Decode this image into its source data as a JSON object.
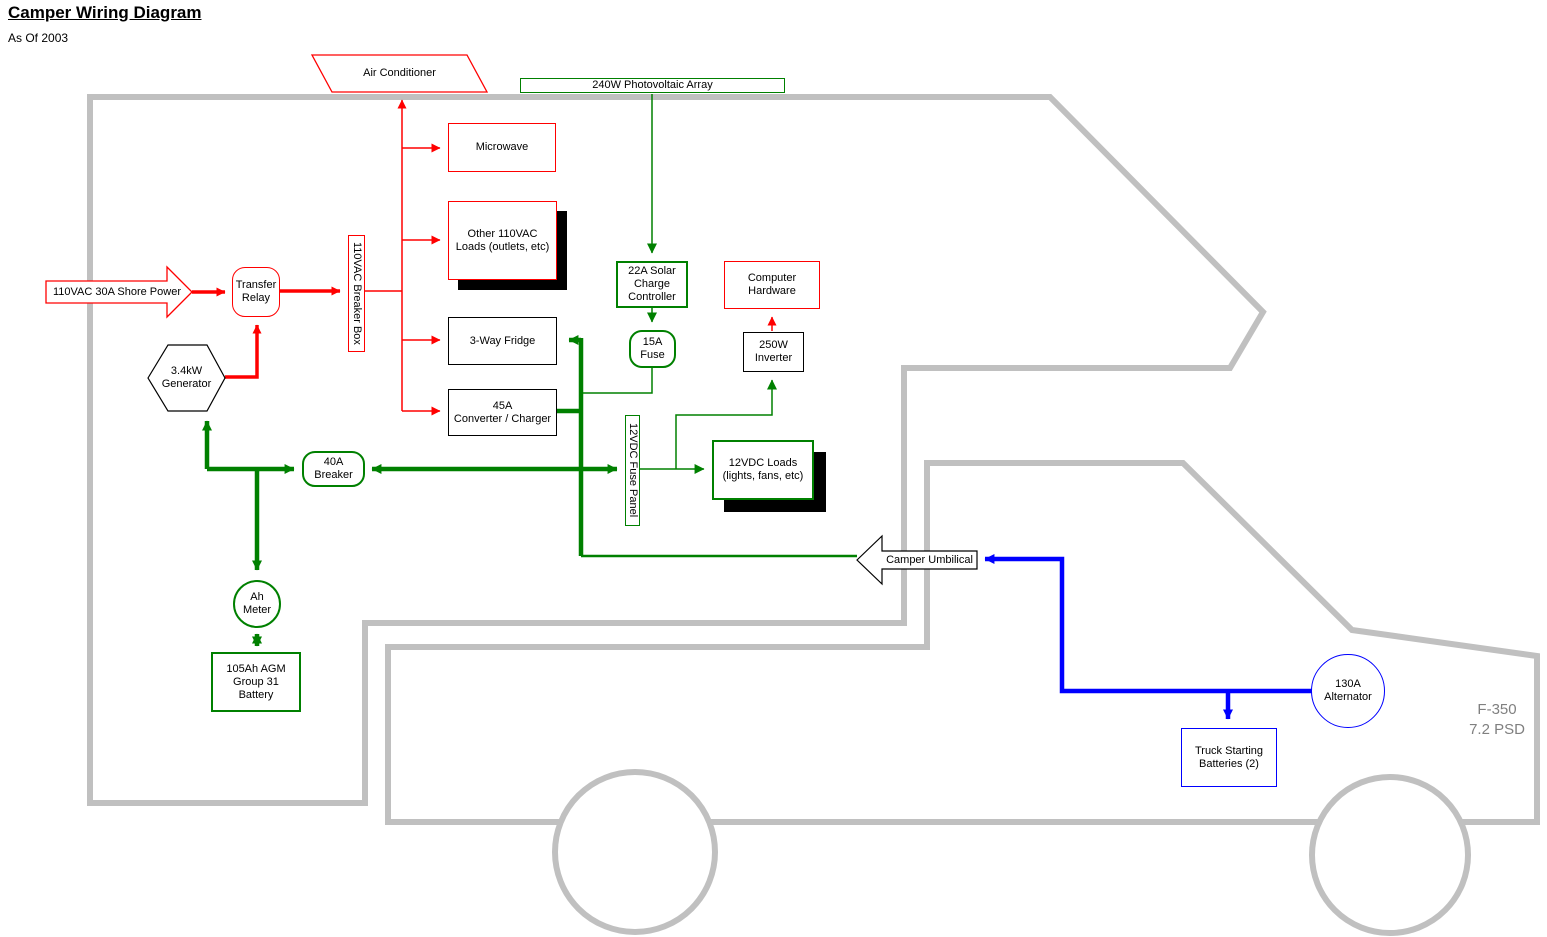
{
  "title": "Camper Wiring Diagram",
  "subtitle": "As Of 2003",
  "truck_model_label": "F-350\n7.2 PSD",
  "colors": {
    "ac_wire_red": "#FF0000",
    "dc_wire_green": "#008000",
    "truck_wire_blue": "#0000FF",
    "vehicle_outline_gray": "#C0C0C0",
    "shadow_black": "#000000",
    "truck_label_gray": "#808080"
  },
  "nodes": {
    "air_conditioner": {
      "label": "Air Conditioner"
    },
    "pv_array": {
      "label": "240W Photovoltaic Array"
    },
    "microwave": {
      "label": "Microwave"
    },
    "other_110vac_loads": {
      "label": "Other 110VAC\nLoads (outlets, etc)"
    },
    "shore_power": {
      "label": "110VAC 30A Shore Power"
    },
    "transfer_relay": {
      "label": "Transfer\nRelay"
    },
    "breaker_box_110vac": {
      "label": "110VAC Breaker Box"
    },
    "generator": {
      "label": "3.4kW\nGenerator"
    },
    "fridge": {
      "label": "3-Way Fridge"
    },
    "converter_charger": {
      "label": "45A\nConverter / Charger"
    },
    "solar_charge_controller": {
      "label": "22A Solar\nCharge\nController"
    },
    "fuse_15a": {
      "label": "15A\nFuse"
    },
    "computer_hardware": {
      "label": "Computer\nHardware"
    },
    "inverter_250w": {
      "label": "250W\nInverter"
    },
    "fuse_panel_12vdc": {
      "label": "12VDC Fuse Panel"
    },
    "loads_12vdc": {
      "label": "12VDC Loads\n(lights, fans, etc)"
    },
    "breaker_40a": {
      "label": "40A\nBreaker"
    },
    "ah_meter": {
      "label": "Ah\nMeter"
    },
    "house_battery": {
      "label": "105Ah AGM\nGroup 31\nBattery"
    },
    "camper_umbilical": {
      "label": "Camper Umbilical"
    },
    "alternator": {
      "label": "130A\nAlternator"
    },
    "truck_batteries": {
      "label": "Truck Starting\nBatteries (2)"
    }
  }
}
